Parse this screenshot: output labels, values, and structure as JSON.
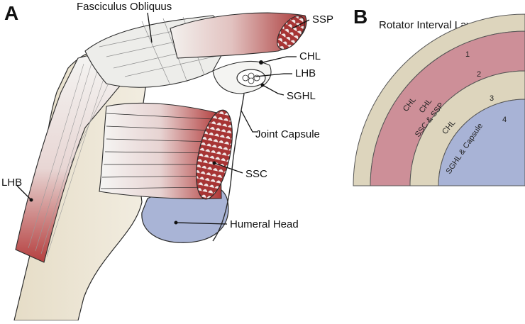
{
  "panel_a": {
    "letter": "A",
    "labels": {
      "fasciculus": "Fasciculus Obliquus",
      "ssp": "SSP",
      "chl": "CHL",
      "lhb_top": "LHB",
      "sghl": "SGHL",
      "joint_capsule": "Joint Capsule",
      "ssc": "SSC",
      "lhb_left": "LHB",
      "humeral_head": "Humeral Head"
    }
  },
  "panel_b": {
    "letter": "B",
    "title": "Rotator Interval Layers",
    "layers": [
      {
        "number": "1",
        "label": "CHL",
        "color": "#ddd5bd"
      },
      {
        "number": "2",
        "label": "CHL",
        "label2": "SSC & SSP",
        "color": "#cd8f98"
      },
      {
        "number": "3",
        "label": "CHL",
        "color": "#ddd5bd"
      },
      {
        "number": "4",
        "label": "SGHL & Capsule",
        "color": "#a8b3d6"
      }
    ]
  },
  "colors": {
    "muscle_red": "#b23a3a",
    "tendon_white": "#f2f2f0",
    "bone_beige": "#e2d9c2",
    "humeral_blue": "#a9b4d6",
    "layer_beige": "#ddd5bd",
    "layer_pink": "#cd8f98",
    "layer_blue": "#a8b3d6"
  }
}
